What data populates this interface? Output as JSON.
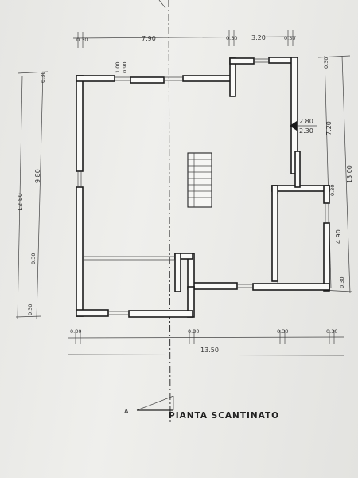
{
  "drawing": {
    "title": "PIANTA SCANTINATO",
    "section_label": "A"
  },
  "dimensions": {
    "top": [
      "0.30",
      "7.90",
      "0.30",
      "3.20",
      "0.30"
    ],
    "bottom_small": [
      "0.30",
      "0.30",
      "0.30",
      "0.30"
    ],
    "bottom_total": "13.50",
    "left_total": "12.80",
    "left_inner": "9.80",
    "left_small_top": "0.30",
    "left_small_mid": "0.30",
    "left_small_bottom": "0.30",
    "right_total": "13.00",
    "right_upper": "7.20",
    "right_lower": "4.90",
    "right_small_top": "0.30",
    "right_small_mid": "0.30",
    "right_small_bottom": "0.30",
    "window_100": "1.00",
    "window_090": "0.90",
    "level_top": "2.80",
    "level_bottom": "2.30"
  }
}
